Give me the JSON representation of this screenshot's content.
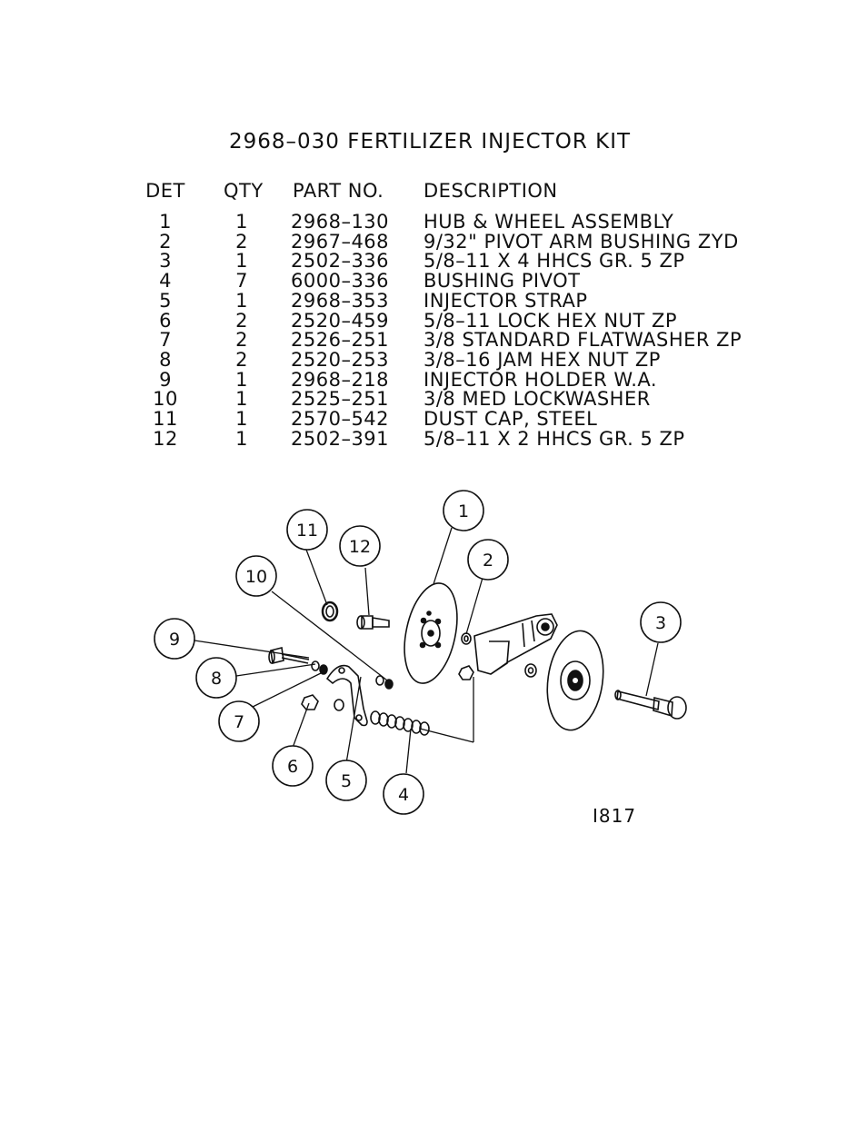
{
  "title": "2968–030 FERTILIZER INJECTOR KIT",
  "table": {
    "headers": {
      "det": "DET",
      "qty": "QTY",
      "part": "PART NO.",
      "desc": "DESCRIPTION"
    },
    "rows": [
      {
        "det": "1",
        "qty": "1",
        "part": "2968–130",
        "desc": "HUB & WHEEL ASSEMBLY"
      },
      {
        "det": "2",
        "qty": "2",
        "part": "2967–468",
        "desc": "9/32\" PIVOT ARM BUSHING ZYD"
      },
      {
        "det": "3",
        "qty": "1",
        "part": "2502–336",
        "desc": "5/8–11 X 4 HHCS GR. 5 ZP"
      },
      {
        "det": "4",
        "qty": "7",
        "part": "6000–336",
        "desc": "BUSHING PIVOT"
      },
      {
        "det": "5",
        "qty": "1",
        "part": "2968–353",
        "desc": "INJECTOR STRAP"
      },
      {
        "det": "6",
        "qty": "2",
        "part": "2520–459",
        "desc": "5/8–11 LOCK HEX NUT ZP"
      },
      {
        "det": "7",
        "qty": "2",
        "part": "2526–251",
        "desc": "3/8 STANDARD FLATWASHER ZP"
      },
      {
        "det": "8",
        "qty": "2",
        "part": "2520–253",
        "desc": "3/8–16 JAM HEX NUT ZP"
      },
      {
        "det": "9",
        "qty": "1",
        "part": "2968–218",
        "desc": "INJECTOR HOLDER W.A."
      },
      {
        "det": "10",
        "qty": "1",
        "part": "2525–251",
        "desc": "3/8 MED LOCKWASHER"
      },
      {
        "det": "11",
        "qty": "1",
        "part": "2570–542",
        "desc": "DUST CAP, STEEL"
      },
      {
        "det": "12",
        "qty": "1",
        "part": "2502–391",
        "desc": "5/8–11 X 2 HHCS GR. 5 ZP"
      }
    ]
  },
  "callouts": [
    "1",
    "2",
    "3",
    "4",
    "5",
    "6",
    "7",
    "8",
    "9",
    "10",
    "11",
    "12"
  ],
  "drawing_number": "I817"
}
